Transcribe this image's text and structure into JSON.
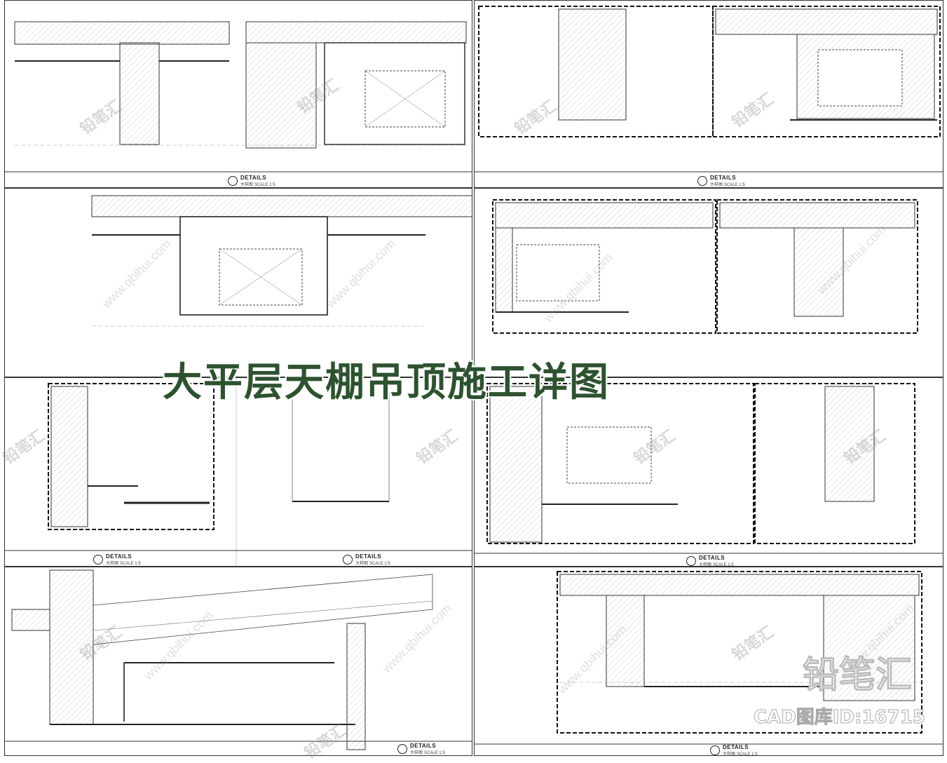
{
  "title": "大平层天棚吊顶施工详图",
  "detail_heading": "DETAILS",
  "detail_sub": "大样图",
  "detail_scale": "SCALE 1:5",
  "watermark_brand": "铅笔汇",
  "watermark_url": "www.qbihui.com",
  "logo_text": "铅笔汇",
  "logo_id": "CAD图库ID:16715",
  "colors": {
    "title": "#2e5230",
    "line": "#333333",
    "hatch": "#999999"
  }
}
